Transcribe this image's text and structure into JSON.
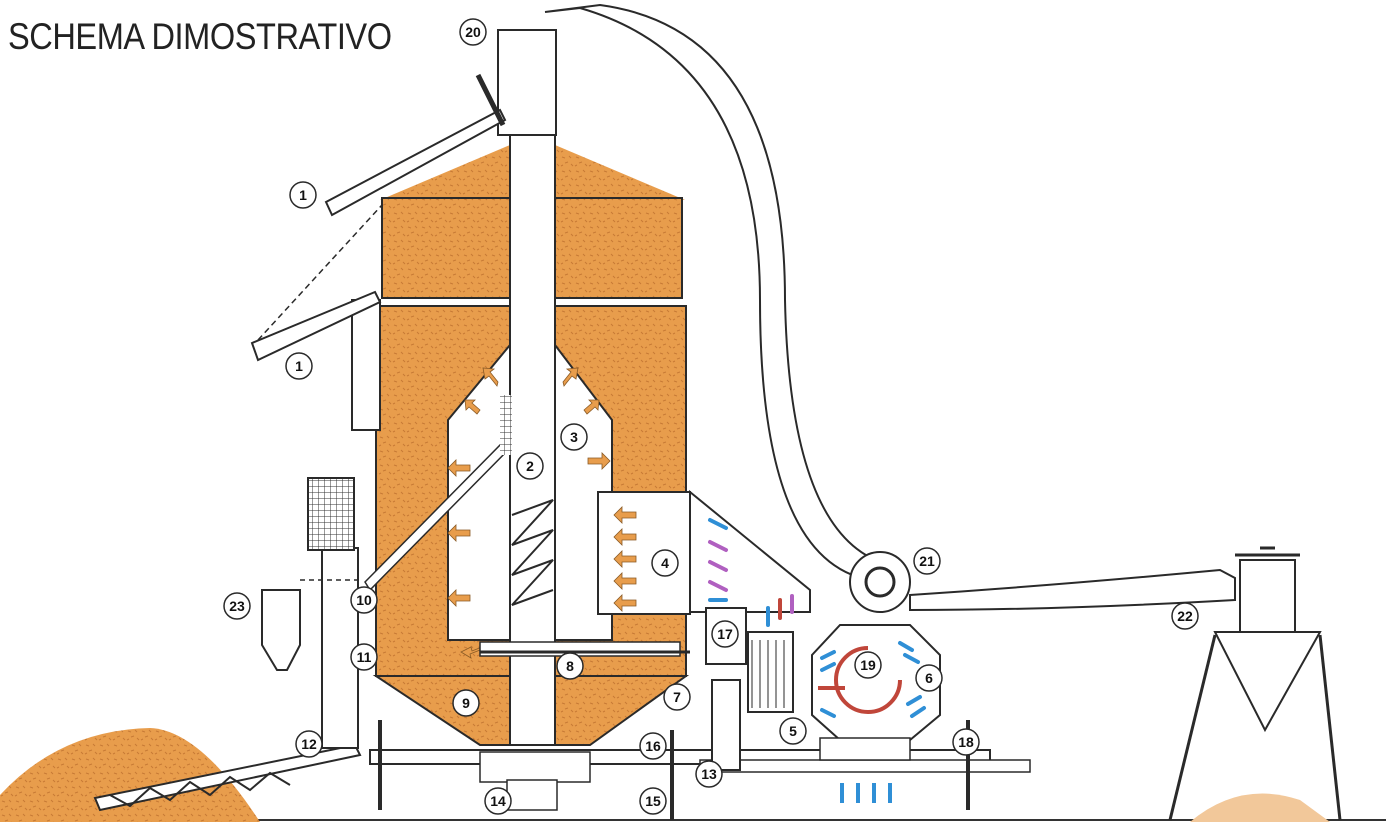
{
  "title": "SCHEMA DIMOSTRATIVO",
  "colors": {
    "grain": "#e89d4c",
    "grain_dark": "#c77a35",
    "steel": "#ffffff",
    "line": "#2a2a2a",
    "hot_arrow": "#c0463a",
    "cool_arrow": "#2f8fd6",
    "purple_arrow": "#b060c0",
    "ground": "#333333"
  },
  "labels": [
    {
      "id": "callout-1a",
      "text": "1"
    },
    {
      "id": "callout-1b",
      "text": "1"
    },
    {
      "id": "callout-2",
      "text": "2"
    },
    {
      "id": "callout-3",
      "text": "3"
    },
    {
      "id": "callout-4",
      "text": "4"
    },
    {
      "id": "callout-5",
      "text": "5"
    },
    {
      "id": "callout-6",
      "text": "6"
    },
    {
      "id": "callout-7",
      "text": "7"
    },
    {
      "id": "callout-8",
      "text": "8"
    },
    {
      "id": "callout-9",
      "text": "9"
    },
    {
      "id": "callout-10",
      "text": "10"
    },
    {
      "id": "callout-11",
      "text": "11"
    },
    {
      "id": "callout-12",
      "text": "12"
    },
    {
      "id": "callout-13",
      "text": "13"
    },
    {
      "id": "callout-14",
      "text": "14"
    },
    {
      "id": "callout-15",
      "text": "15"
    },
    {
      "id": "callout-16",
      "text": "16"
    },
    {
      "id": "callout-17",
      "text": "17"
    },
    {
      "id": "callout-18",
      "text": "18"
    },
    {
      "id": "callout-19",
      "text": "19"
    },
    {
      "id": "callout-20",
      "text": "20"
    },
    {
      "id": "callout-21",
      "text": "21"
    },
    {
      "id": "callout-22",
      "text": "22"
    },
    {
      "id": "callout-23",
      "text": "23"
    }
  ]
}
